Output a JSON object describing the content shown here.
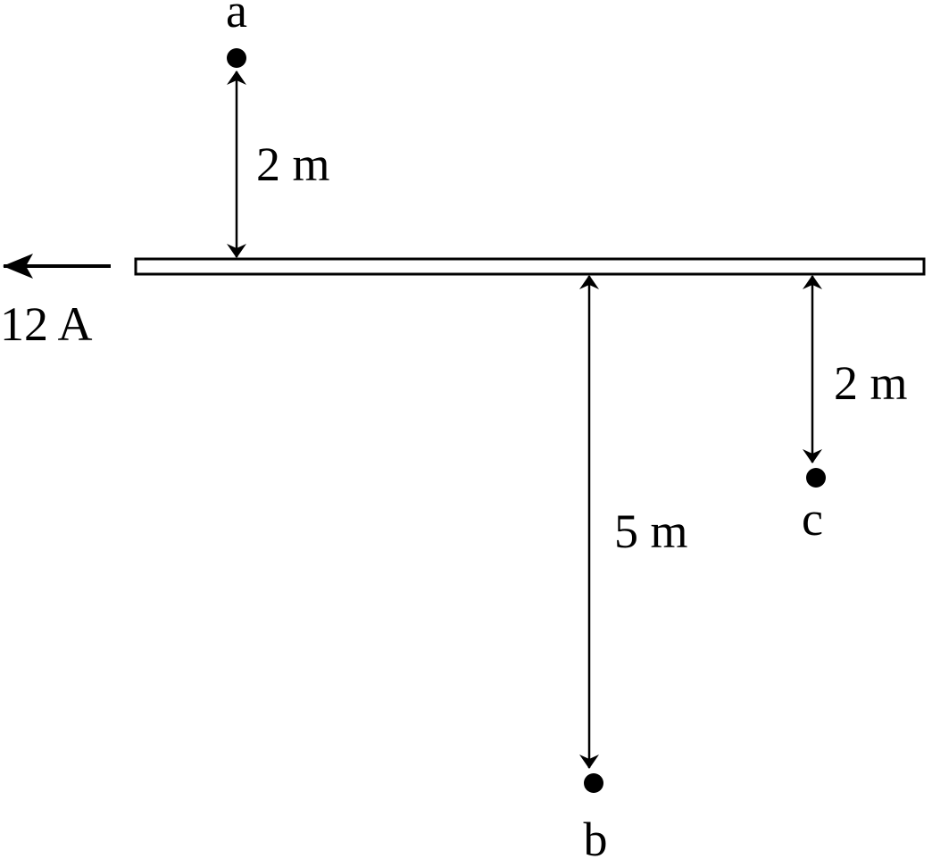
{
  "diagram": {
    "current": {
      "value": "12 A",
      "direction": "left"
    },
    "points": {
      "a": {
        "label": "a"
      },
      "b": {
        "label": "b"
      },
      "c": {
        "label": "c"
      }
    },
    "distances": {
      "a": "2 m",
      "b": "5 m",
      "c": "2 m"
    },
    "colors": {
      "ink": "#000000",
      "background": "#ffffff"
    }
  }
}
